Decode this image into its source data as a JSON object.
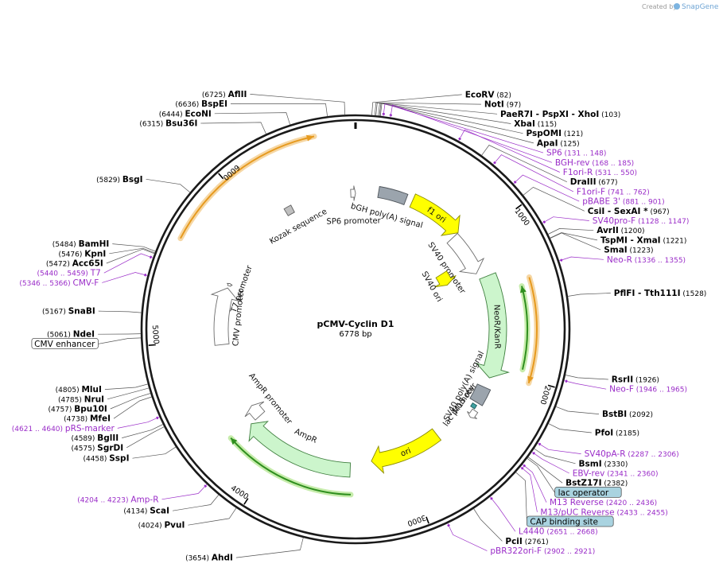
{
  "credit": {
    "prefix": "Created by",
    "brand": "SnapGene"
  },
  "plasmid": {
    "name": "pCMV-Cyclin D1",
    "size_label": "6778 bp",
    "length": 6778
  },
  "colors": {
    "enzyme": "#000000",
    "primer": "#9a2cc8",
    "feature_line": "#444444",
    "backbone": "#1a1a1a"
  },
  "ticks": [
    {
      "pos": 1000,
      "label": "1000"
    },
    {
      "pos": 2000,
      "label": "2000"
    },
    {
      "pos": 3000,
      "label": "3000"
    },
    {
      "pos": 4000,
      "label": "4000"
    },
    {
      "pos": 5000,
      "label": "5000"
    },
    {
      "pos": 6000,
      "label": "6000"
    }
  ],
  "enzymes": [
    {
      "site": "(82)",
      "name": "EcoRV",
      "pos": 82
    },
    {
      "site": "(97)",
      "name": "NotI",
      "pos": 97
    },
    {
      "site": "(103)",
      "name": "PaeR7I - PspXI - XhoI",
      "pos": 103
    },
    {
      "site": "(115)",
      "name": "XbaI",
      "pos": 115
    },
    {
      "site": "(121)",
      "name": "PspOMI",
      "pos": 121
    },
    {
      "site": "(125)",
      "name": "ApaI",
      "pos": 125
    },
    {
      "site": "(677)",
      "name": "DraIII",
      "pos": 677
    },
    {
      "site": "(967)",
      "name": "CsiI - SexAI *",
      "pos": 967
    },
    {
      "site": "(1200)",
      "name": "AvrII",
      "pos": 1200
    },
    {
      "site": "(1221)",
      "name": "TspMI - XmaI",
      "pos": 1221
    },
    {
      "site": "(1223)",
      "name": "SmaI",
      "pos": 1223
    },
    {
      "site": "(1528)",
      "name": "PflFI - Tth111I",
      "pos": 1528
    },
    {
      "site": "(1926)",
      "name": "RsrII",
      "pos": 1926
    },
    {
      "site": "(2092)",
      "name": "BstBI",
      "pos": 2092
    },
    {
      "site": "(2185)",
      "name": "PfoI",
      "pos": 2185
    },
    {
      "site": "(2330)",
      "name": "BsmI",
      "pos": 2330
    },
    {
      "site": "(2382)",
      "name": "BstZ17I",
      "pos": 2382
    },
    {
      "site": "(2761)",
      "name": "PciI",
      "pos": 2761
    },
    {
      "site": "(3654)",
      "name": "AhdI",
      "pos": 3654
    },
    {
      "site": "(4024)",
      "name": "PvuI",
      "pos": 4024
    },
    {
      "site": "(4134)",
      "name": "ScaI",
      "pos": 4134
    },
    {
      "site": "(4458)",
      "name": "SspI",
      "pos": 4458
    },
    {
      "site": "(4575)",
      "name": "SgrDI",
      "pos": 4575
    },
    {
      "site": "(4589)",
      "name": "BglII",
      "pos": 4589
    },
    {
      "site": "(4738)",
      "name": "MfeI",
      "pos": 4738
    },
    {
      "site": "(4757)",
      "name": "Bpu10I",
      "pos": 4757
    },
    {
      "site": "(4785)",
      "name": "NruI",
      "pos": 4785
    },
    {
      "site": "(4805)",
      "name": "MluI",
      "pos": 4805
    },
    {
      "site": "(5061)",
      "name": "NdeI",
      "pos": 5061
    },
    {
      "site": "(5167)",
      "name": "SnaBI",
      "pos": 5167
    },
    {
      "site": "(5472)",
      "name": "Acc65I",
      "pos": 5472
    },
    {
      "site": "(5476)",
      "name": "KpnI",
      "pos": 5476
    },
    {
      "site": "(5484)",
      "name": "BamHI",
      "pos": 5484
    },
    {
      "site": "(5829)",
      "name": "BsgI",
      "pos": 5829
    },
    {
      "site": "(6315)",
      "name": "Bsu36I",
      "pos": 6315
    },
    {
      "site": "(6444)",
      "name": "EcoNI",
      "pos": 6444
    },
    {
      "site": "(6636)",
      "name": "BspEI",
      "pos": 6636
    },
    {
      "site": "(6725)",
      "name": "AflII",
      "pos": 6725
    }
  ],
  "primers": [
    {
      "name": "SP6",
      "range": "(131 .. 148)",
      "pos": 140
    },
    {
      "name": "BGH-rev",
      "range": "(168 .. 185)",
      "pos": 176
    },
    {
      "name": "F1ori-R",
      "range": "(531 .. 550)",
      "pos": 540
    },
    {
      "name": "F1ori-F",
      "range": "(741 .. 762)",
      "pos": 751
    },
    {
      "name": "pBABE 3'",
      "range": "(881 .. 901)",
      "pos": 891
    },
    {
      "name": "SV40pro-F",
      "range": "(1128 .. 1147)",
      "pos": 1137
    },
    {
      "name": "Neo-R",
      "range": "(1336 .. 1355)",
      "pos": 1345
    },
    {
      "name": "Neo-F",
      "range": "(1946 .. 1965)",
      "pos": 1955
    },
    {
      "name": "SV40pA-R",
      "range": "(2287 .. 2306)",
      "pos": 2296
    },
    {
      "name": "EBV-rev",
      "range": "(2341 .. 2360)",
      "pos": 2350
    },
    {
      "name": "M13 Reverse",
      "range": "(2420 .. 2436)",
      "pos": 2428
    },
    {
      "name": "M13/pUC Reverse",
      "range": "(2433 .. 2455)",
      "pos": 2444
    },
    {
      "name": "L4440",
      "range": "(2651 .. 2668)",
      "pos": 2659
    },
    {
      "name": "pBR322ori-F",
      "range": "(2902 .. 2921)",
      "pos": 2911
    },
    {
      "name": "Amp-R",
      "range": "(4204 .. 4223)",
      "pos": 4213
    },
    {
      "name": "pRS-marker",
      "range": "(4621 .. 4640)",
      "pos": 4630
    },
    {
      "name": "CMV-F",
      "range": "(5346 .. 5366)",
      "pos": 5356
    },
    {
      "name": "T7",
      "range": "(5440 .. 5459)",
      "pos": 5449
    }
  ],
  "boxed_features": [
    {
      "name": "lac operator",
      "pos": 2390
    },
    {
      "name": "CAP binding site",
      "pos": 2480
    },
    {
      "name": "CMV enhancer",
      "pos": 5040
    }
  ],
  "features": [
    {
      "name": "bGH poly(A) signal",
      "start": 180,
      "end": 400,
      "type": "polyA"
    },
    {
      "name": "f1 ori",
      "start": 450,
      "end": 880,
      "type": "origin"
    },
    {
      "name": "SV40 promoter",
      "start": 880,
      "end": 1230,
      "type": "promoter"
    },
    {
      "name": "SV40 ori",
      "start": 1080,
      "end": 1210,
      "type": "origin"
    },
    {
      "name": "NeoR/KanR",
      "start": 1280,
      "end": 2070,
      "type": "cds"
    },
    {
      "name": "SV40 poly(A) signal",
      "start": 2150,
      "end": 2280,
      "type": "polyA"
    },
    {
      "name": "M13 rev",
      "start": 2300,
      "end": 2330,
      "type": "primer_bind"
    },
    {
      "name": "lac promoter",
      "start": 2340,
      "end": 2400,
      "type": "promoter"
    },
    {
      "name": "ori",
      "start": 2680,
      "end": 3260,
      "type": "origin"
    },
    {
      "name": "AmpR",
      "start": 3430,
      "end": 4290,
      "type": "cds"
    },
    {
      "name": "AmpR promoter",
      "start": 4290,
      "end": 4400,
      "type": "promoter"
    },
    {
      "name": "CMV promoter",
      "start": 4960,
      "end": 5420,
      "type": "promoter"
    },
    {
      "name": "T7 promoter",
      "start": 5440,
      "end": 5460,
      "type": "promoter"
    },
    {
      "name": "Kozak sequence",
      "start": 6200,
      "end": 6260,
      "type": "misc"
    },
    {
      "name": "SP6 promoter",
      "start": 6740,
      "end": 6778,
      "type": "promoter"
    }
  ],
  "orfs": [
    {
      "start": 5600,
      "end": 6550,
      "direction": "forward"
    },
    {
      "start": 1380,
      "end": 2020,
      "direction": "forward"
    },
    {
      "start": 1420,
      "end": 1950,
      "direction": "reverse"
    },
    {
      "start": 3420,
      "end": 4310,
      "direction": "forward"
    }
  ]
}
